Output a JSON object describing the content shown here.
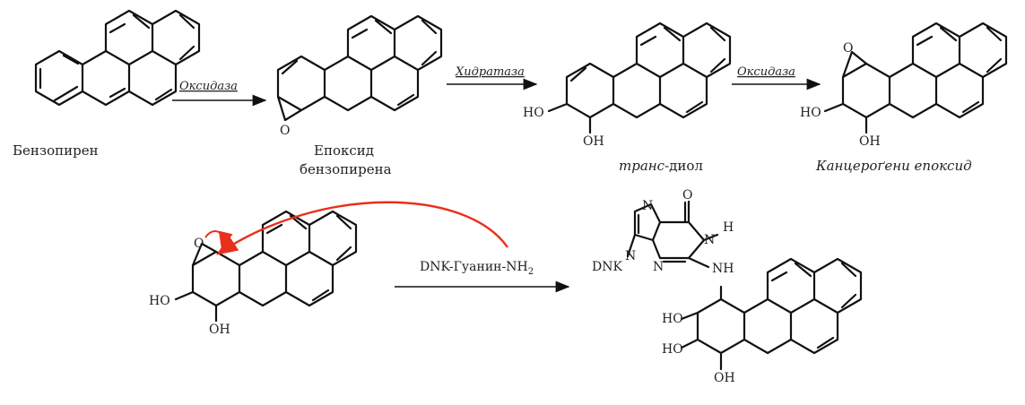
{
  "colors": {
    "ink": "#111111",
    "attack_arrow": "#e8301c"
  },
  "row1": {
    "captions": {
      "benzopyrene": "Бензопирен",
      "epoxide_l1": "Епоксид",
      "epoxide_l2": "бензопирена",
      "diol_prefix": "транс",
      "diol_suffix": "-диол",
      "carcinogenic_epoxide": "Канцероґени епоксид"
    },
    "arrows": {
      "arrow1": "Оксидаза",
      "arrow2": "Хидратаза",
      "arrow3": "Оксидаза"
    },
    "atoms": {
      "epoxide_o": "O",
      "diol_ho": "HO",
      "diol_oh": "OH",
      "carc_o": "O",
      "carc_ho": "HO",
      "carc_oh": "OH"
    }
  },
  "row2": {
    "reagent_prefix": "DNK-Гуанин-NH",
    "reagent_sub": "2",
    "reactant_atoms": {
      "o": "O",
      "ho": "HO",
      "oh": "OH"
    },
    "adduct_atoms": {
      "carbonyl_o": "O",
      "n_top": "N",
      "nh_h": "H",
      "n_ring": "N",
      "n_left": "N",
      "n_bottom": "N",
      "n_amide": "N",
      "nh": "NH",
      "dnk": "DNK",
      "ho1": "HO",
      "ho2": "HO",
      "oh": "OH"
    }
  }
}
